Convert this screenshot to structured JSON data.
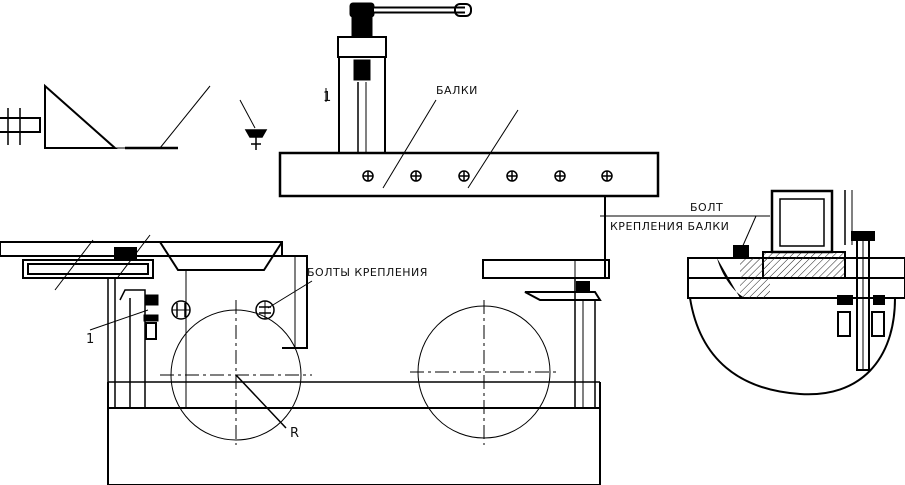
{
  "labels": {
    "beam": "БАЛКИ",
    "mount_bolts": "БОЛТЫ КРЕПЛЕНИЯ",
    "bolt": "БОЛТ",
    "beam_mounting": "КРЕПЛЕНИЯ БАЛКИ",
    "radius": "R",
    "callout_1_top": "1",
    "callout_1_left": "1"
  }
}
